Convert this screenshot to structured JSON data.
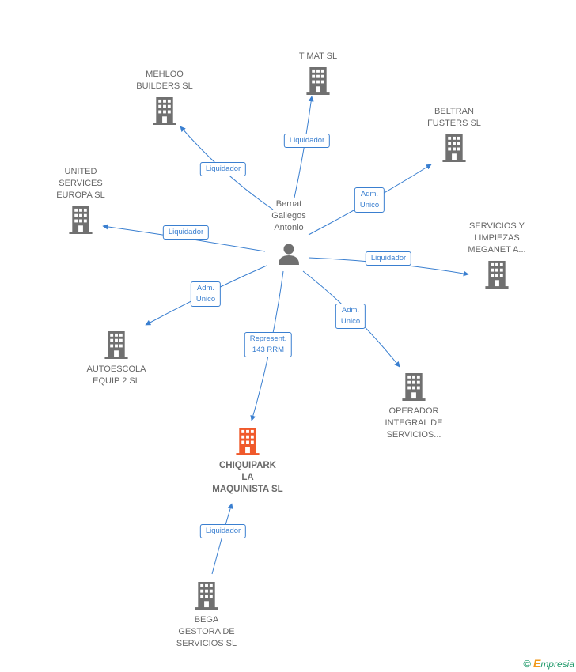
{
  "person": {
    "name": "Bernat\nGallegos\nAntonio"
  },
  "companies": {
    "tmat": "T MAT SL",
    "mehloo": "MEHLOO\nBUILDERS SL",
    "beltran": "BELTRAN\nFUSTERS SL",
    "united": "UNITED\nSERVICES\nEUROPA SL",
    "servicios": "SERVICIOS Y\nLIMPIEZAS\nMEGANET A...",
    "autoescola": "AUTOESCOLA\nEQUIP 2 SL",
    "operador": "OPERADOR\nINTEGRAL DE\nSERVICIOS...",
    "chiquipark": "CHIQUIPARK\nLA\nMAQUINISTA SL",
    "bega": "BEGA\nGESTORA DE\nSERVICIOS SL"
  },
  "relations": {
    "tmat": "Liquidador",
    "mehloo": "Liquidador",
    "beltran": "Adm.\nUnico",
    "united": "Liquidador",
    "servicios": "Liquidador",
    "autoescola": "Adm.\nUnico",
    "operador": "Adm.\nUnico",
    "chiquipark": "Represent.\n143 RRM",
    "bega": "Liquidador"
  },
  "colors": {
    "edge": "#3a7fd0",
    "building": "#707070",
    "highlight": "#f0592b",
    "person": "#707070"
  },
  "footer": {
    "copyright": "©",
    "brand_initial": "E",
    "brand_rest": "mpresia"
  }
}
